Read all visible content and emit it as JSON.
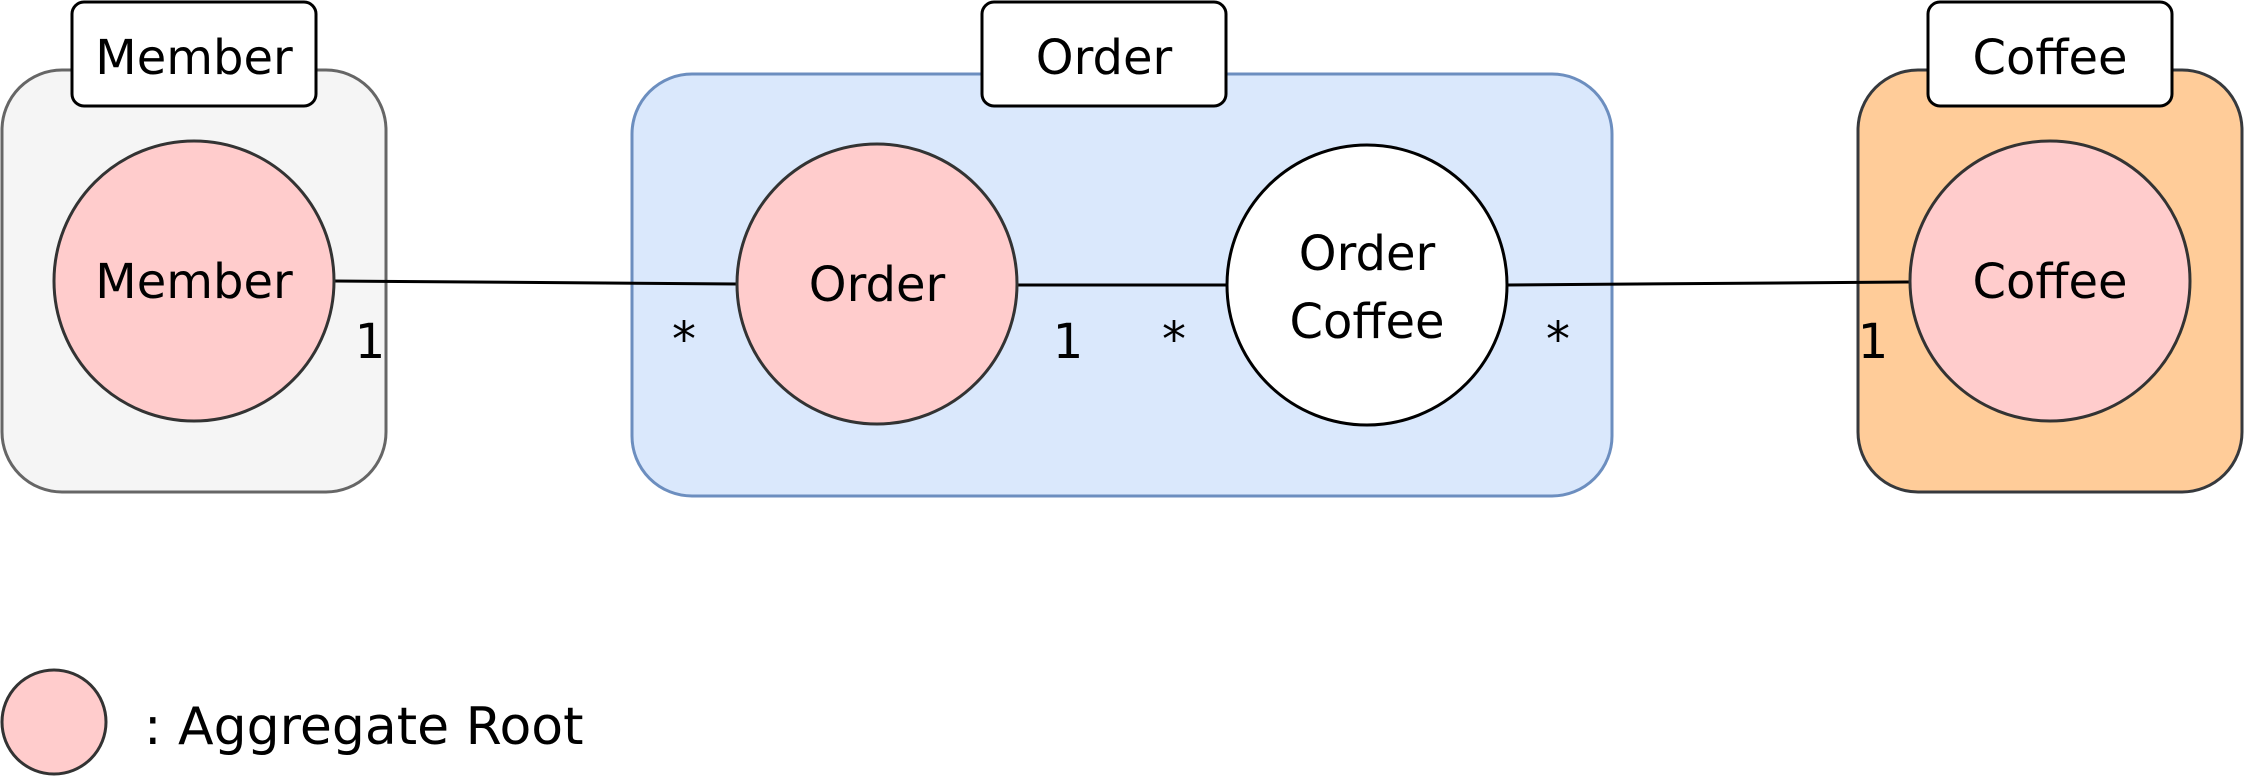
{
  "colors": {
    "member_context_fill": "#f5f5f5",
    "member_context_stroke": "#666666",
    "order_context_fill": "#dae8fc",
    "order_context_stroke": "#6c8ebf",
    "coffee_context_fill": "#ffcc99",
    "coffee_context_stroke": "#36393d",
    "aggregate_root_fill": "#ffcccc",
    "entity_fill": "#ffffff",
    "line": "#000000"
  },
  "contexts": {
    "member": {
      "title": "Member"
    },
    "order": {
      "title": "Order"
    },
    "coffee": {
      "title": "Coffee"
    }
  },
  "nodes": {
    "member": {
      "line1": "Member",
      "type": "aggregate_root"
    },
    "order": {
      "line1": "Order",
      "type": "aggregate_root"
    },
    "order_coffee": {
      "line1": "Order",
      "line2": "Coffee",
      "type": "entity"
    },
    "coffee": {
      "line1": "Coffee",
      "type": "aggregate_root"
    }
  },
  "relations": [
    {
      "from": "member",
      "to": "order",
      "from_mult": "1",
      "to_mult": "*"
    },
    {
      "from": "order",
      "to": "order_coffee",
      "from_mult": "1",
      "to_mult": "*"
    },
    {
      "from": "order_coffee",
      "to": "coffee",
      "from_mult": "*",
      "to_mult": "1"
    }
  ],
  "legend": {
    "text": ": Aggregate Root"
  }
}
